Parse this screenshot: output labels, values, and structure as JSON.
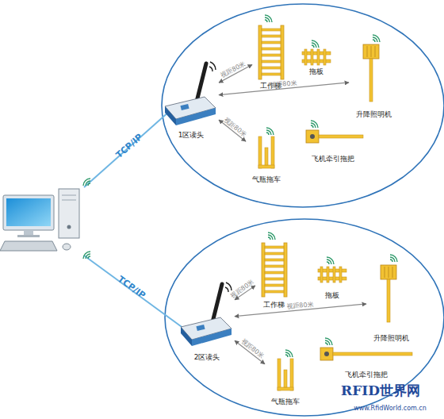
{
  "diagram": {
    "nodes": [
      {
        "text": [
          "1区读头"
        ]
      },
      {
        "text": [
          "工作梯"
        ]
      },
      {
        "text": [
          "拖板"
        ]
      },
      {
        "text": [
          "升降照明机"
        ]
      },
      {
        "text": [
          "飞机牵引拖把"
        ]
      },
      {
        "text": [
          "气瓶拖车"
        ]
      },
      {
        "text": [
          "2区读头"
        ]
      },
      {
        "text": [
          "工作梯"
        ]
      },
      {
        "text": [
          "拖板"
        ]
      },
      {
        "text": [
          "升降照明机"
        ]
      },
      {
        "text": [
          "飞机牵引拖把"
        ]
      },
      {
        "text": [
          "气瓶拖车"
        ]
      }
    ],
    "edges": [
      {
        "from": 0,
        "to": 1,
        "label": "视距80米",
        "arrow": "both"
      },
      {
        "from": 0,
        "to": 3,
        "label": "视距80米",
        "arrow": "both"
      },
      {
        "from": 0,
        "to": 5,
        "label": "视距80米",
        "arrow": "both"
      },
      {
        "from": 6,
        "to": 7,
        "label": "视距80米",
        "arrow": "both"
      },
      {
        "from": 6,
        "to": 9,
        "label": "视距80米",
        "arrow": "both"
      },
      {
        "from": 6,
        "to": 11,
        "label": "视距80米",
        "arrow": "both"
      }
    ],
    "labels": [
      "TCP/IP",
      "TCP/IP",
      "RFID世界网",
      "www.RfidWorld.com.cn"
    ]
  }
}
